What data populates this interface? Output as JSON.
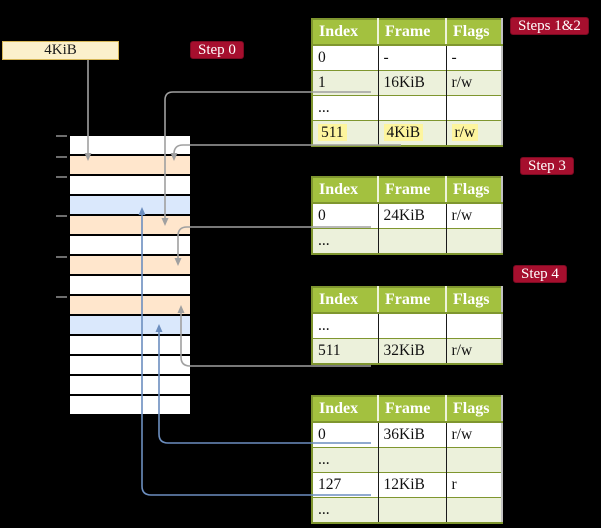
{
  "memory_box": {
    "label": "4KiB"
  },
  "memory_stack": {
    "frames": [
      {
        "fill": "white"
      },
      {
        "fill": "orange"
      },
      {
        "fill": "white"
      },
      {
        "fill": "blue"
      },
      {
        "fill": "orange"
      },
      {
        "fill": "white"
      },
      {
        "fill": "orange"
      },
      {
        "fill": "white"
      },
      {
        "fill": "orange"
      },
      {
        "fill": "blue"
      },
      {
        "fill": "white"
      },
      {
        "fill": "white"
      },
      {
        "fill": "white"
      },
      {
        "fill": "white"
      }
    ]
  },
  "step_labels": [
    {
      "id": "step0",
      "text": "Step 0"
    },
    {
      "id": "steps12",
      "text": "Steps 1&2"
    },
    {
      "id": "step3",
      "text": "Step 3"
    },
    {
      "id": "step4",
      "text": "Step 4"
    }
  ],
  "tables": [
    {
      "header": [
        "Index",
        "Frame",
        "Flags"
      ],
      "rows": [
        {
          "cells": [
            "0",
            "-",
            "-"
          ],
          "shade": false,
          "highlight": false
        },
        {
          "cells": [
            "1",
            "16KiB",
            "r/w"
          ],
          "shade": true,
          "highlight": false
        },
        {
          "cells": [
            "...",
            "",
            ""
          ],
          "shade": false,
          "highlight": false
        },
        {
          "cells": [
            "511",
            "4KiB",
            "r/w"
          ],
          "shade": true,
          "highlight": true
        }
      ]
    },
    {
      "header": [
        "Index",
        "Frame",
        "Flags"
      ],
      "rows": [
        {
          "cells": [
            "0",
            "24KiB",
            "r/w"
          ],
          "shade": false,
          "highlight": false
        },
        {
          "cells": [
            "...",
            "",
            ""
          ],
          "shade": true,
          "highlight": false
        }
      ]
    },
    {
      "header": [
        "Index",
        "Frame",
        "Flags"
      ],
      "rows": [
        {
          "cells": [
            "...",
            "",
            ""
          ],
          "shade": false,
          "highlight": false
        },
        {
          "cells": [
            "511",
            "32KiB",
            "r/w"
          ],
          "shade": true,
          "highlight": false
        }
      ]
    },
    {
      "header": [
        "Index",
        "Frame",
        "Flags"
      ],
      "rows": [
        {
          "cells": [
            "0",
            "36KiB",
            "r/w"
          ],
          "shade": false,
          "highlight": false
        },
        {
          "cells": [
            "...",
            "",
            ""
          ],
          "shade": true,
          "highlight": false
        },
        {
          "cells": [
            "127",
            "12KiB",
            "r"
          ],
          "shade": false,
          "highlight": false
        },
        {
          "cells": [
            "...",
            "",
            ""
          ],
          "shade": true,
          "highlight": false
        }
      ]
    }
  ],
  "colors": {
    "badge_bg": "#a60f2e",
    "table_header_bg": "#a3c13f",
    "table_border": "#7f962f",
    "row_shade": "#ecf1db",
    "highlight": "#fdf59e",
    "frame_orange": "#ffe6cc",
    "frame_blue": "#dae8fc",
    "line_gray": "#a0a0a0",
    "line_blue": "#6c8ebf",
    "box_fill": "#fbf0cb"
  }
}
